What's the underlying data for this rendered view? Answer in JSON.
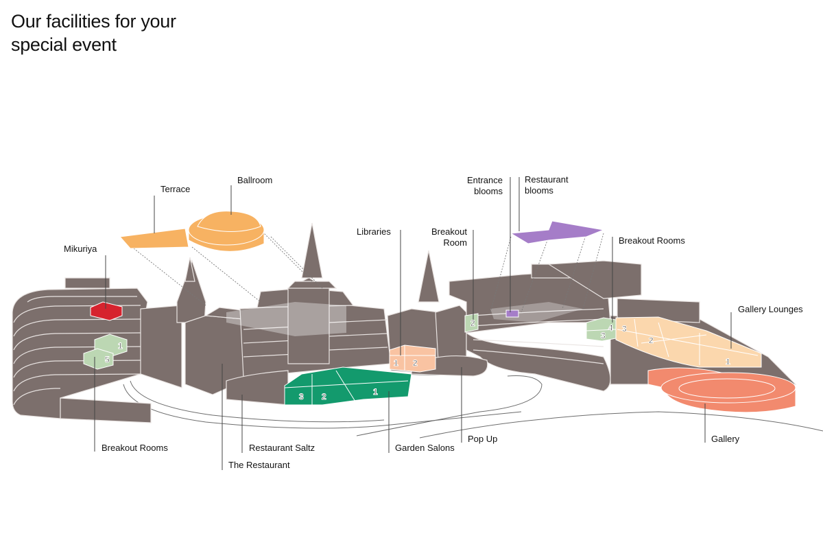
{
  "title": {
    "line1": "Our facilities for your",
    "line2": "special event"
  },
  "colors": {
    "building": "#7c6f6c",
    "building_edge": "#e9e4e2",
    "ballroom": "#f7b262",
    "terrace": "#f7b262",
    "mikuriya": "#d6232e",
    "breakout": "#bcd7b3",
    "garden_salons": "#139a6d",
    "libraries": "#f9c3a2",
    "restaurant_blooms": "#a57dc8",
    "gallery_lounges": "#fbd7ad",
    "gallery": "#f28a6e"
  },
  "labels": {
    "terrace": "Terrace",
    "ballroom": "Ballroom",
    "mikuriya": "Mikuriya",
    "libraries": "Libraries",
    "breakout_room_1": "Breakout",
    "breakout_room_2": "Room",
    "entrance_blooms_1": "Entrance",
    "entrance_blooms_2": "blooms",
    "restaurant_blooms_1": "Restaurant",
    "restaurant_blooms_2": "blooms",
    "breakout_rooms_right": "Breakout Rooms",
    "gallery_lounges": "Gallery Lounges",
    "gallery": "Gallery",
    "pop_up": "Pop Up",
    "garden_salons": "Garden Salons",
    "restaurant_saltz": "Restaurant Saltz",
    "the_restaurant": "The Restaurant",
    "breakout_rooms_left": "Breakout Rooms"
  },
  "room_numbers": {
    "left_breakout_a": "1",
    "left_breakout_b": "5",
    "garden_a": "3",
    "garden_b": "2",
    "garden_c": "1",
    "libraries_a": "1",
    "libraries_b": "2",
    "breakout_room": "2",
    "right_breakout_a": "4",
    "right_breakout_b": "3",
    "lounge_a": "3",
    "lounge_b": "2",
    "lounge_c": "1"
  }
}
